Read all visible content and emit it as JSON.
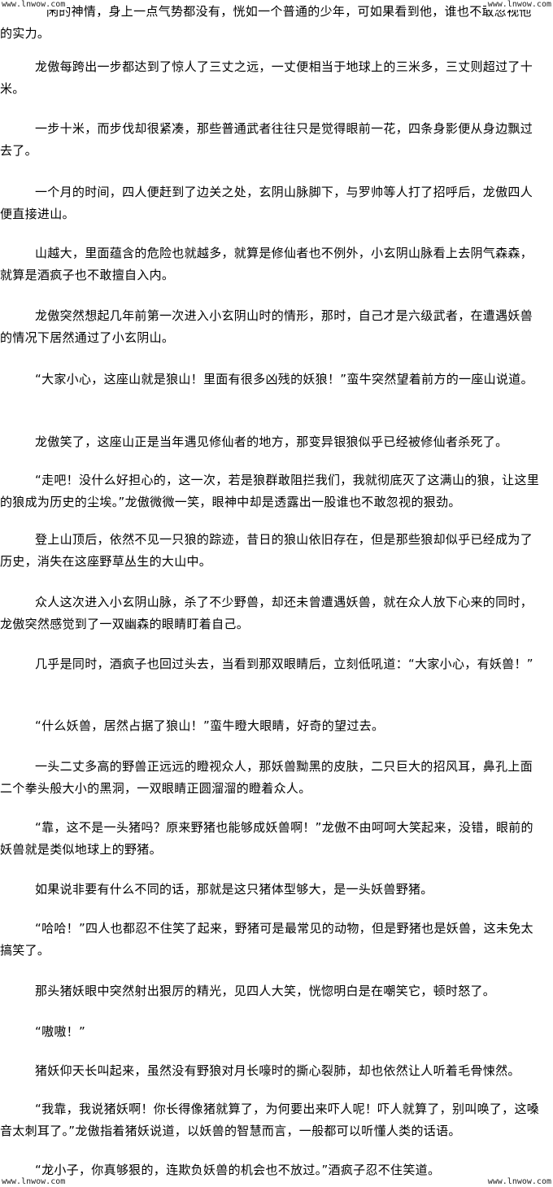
{
  "watermark": {
    "top_left": "www.lnwow.com",
    "top_right": "www.lnwow.com",
    "bottom_left": "www.lnwow.com",
    "bottom_right": "www.lnwow.com"
  },
  "paragraphs": [
    "闲的神情，身上一点气势都没有，恍如一个普通的少年，可如果看到他，谁也不敢忽视他的实力。",
    "龙傲每跨出一步都达到了惊人了三丈之远，一丈便相当于地球上的三米多，三丈则超过了十米。",
    "一步十米，而步伐却很紧凑，那些普通武者往往只是觉得眼前一花，四条身影便从身边飘过去了。",
    "一个月的时间，四人便赶到了边关之处，玄阴山脉脚下，与罗帅等人打了招呼后，龙傲四人便直接进山。",
    "山越大，里面蕴含的危险也就越多，就算是修仙者也不例外，小玄阴山脉看上去阴气森森，就算是酒疯子也不敢擅自入内。",
    "龙傲突然想起几年前第一次进入小玄阴山时的情形，那时，自己才是六级武者，在遭遇妖兽的情况下居然通过了小玄阴山。",
    "“大家小心，这座山就是狼山！里面有很多凶残的妖狼！”蛮牛突然望着前方的一座山说道。",
    "龙傲笑了，这座山正是当年遇见修仙者的地方，那变异银狼似乎已经被修仙者杀死了。",
    "“走吧！没什么好担心的，这一次，若是狼群敢阻拦我们，我就彻底灭了这满山的狼，让这里的狼成为历史的尘埃。”龙傲微微一笑，眼神中却是透露出一股谁也不敢忽视的狠劲。",
    "登上山顶后，依然不见一只狼的踪迹，昔日的狼山依旧存在，但是那些狼却似乎已经成为了历史，消失在这座野草丛生的大山中。",
    "众人这次进入小玄阴山脉，杀了不少野兽，却还未曾遭遇妖兽，就在众人放下心来的同时，龙傲突然感觉到了一双幽森的眼睛盯着自己。",
    "几乎是同时，酒疯子也回过头去，当看到那双眼睛后，立刻低吼道：“大家小心，有妖兽！”",
    "“什么妖兽，居然占据了狼山！”蛮牛瞪大眼睛，好奇的望过去。",
    "一头二丈多高的野兽正远远的瞪视众人，那妖兽黝黑的皮肤，二只巨大的招风耳，鼻孔上面二个拳头般大小的黑洞，一双眼睛正圆溜溜的瞪着众人。",
    "“靠，这不是一头猪吗？原来野猪也能够成妖兽啊！”龙傲不由呵呵大笑起来，没错，眼前的妖兽就是类似地球上的野猪。",
    "如果说非要有什么不同的话，那就是这只猪体型够大，是一头妖兽野猪。",
    "“哈哈！”四人也都忍不住笑了起来，野猪可是最常见的动物，但是野猪也是妖兽，这未免太搞笑了。",
    "那头猪妖眼中突然射出狠厉的精光，见四人大笑，恍惚明白是在嘲笑它，顿时怒了。",
    "“嗷嗷！”",
    "猪妖仰天长叫起来，虽然没有野狼对月长嚎时的撕心裂肺，却也依然让人听着毛骨悚然。",
    "“我靠，我说猪妖啊！你长得像猪就算了，为何要出来吓人呢！吓人就算了，别叫唤了，这嗓音太刺耳了。”龙傲指着猪妖说道，以妖兽的智慧而言，一般都可以听懂人类的话语。",
    "“龙小子，你真够狠的，连欺负妖兽的机会也不放过。”酒疯子忍不住笑道。"
  ]
}
